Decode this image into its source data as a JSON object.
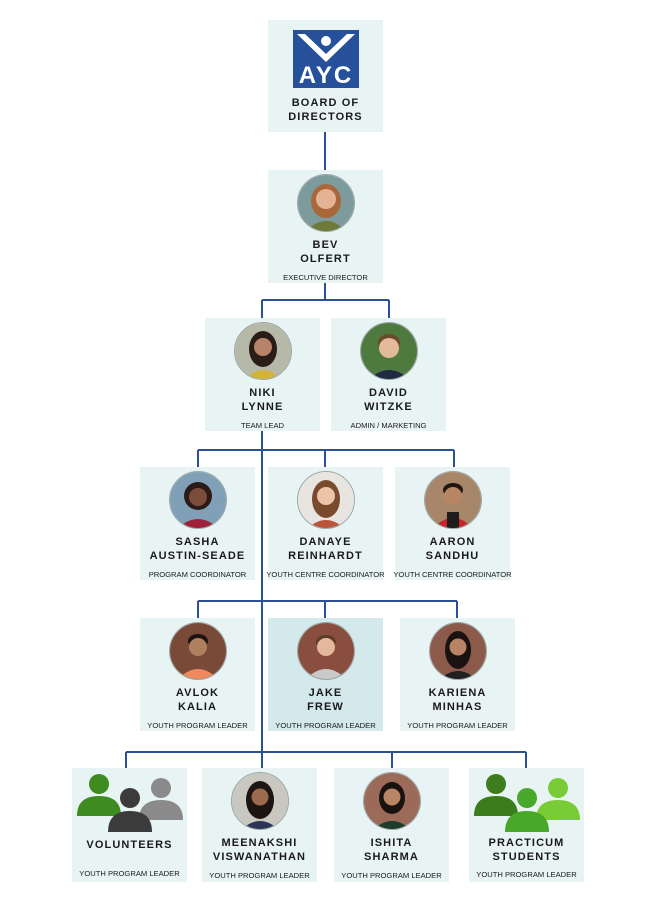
{
  "board": {
    "logo_text": "AYC",
    "title": "BOARD OF\nDIRECTORS"
  },
  "people": {
    "bev": {
      "name": "BEV\nOLFERT",
      "role": "EXECUTIVE DIRECTOR"
    },
    "niki": {
      "name": "NIKI\nLYNNE",
      "role": "TEAM LEAD"
    },
    "david": {
      "name": "DAVID\nWITZKE",
      "role": "ADMIN / MARKETING"
    },
    "sasha": {
      "name": "SASHA\nAUSTIN-SEADE",
      "role": "PROGRAM COORDINATOR"
    },
    "danaye": {
      "name": "DANAYE\nREINHARDT",
      "role": "YOUTH CENTRE COORDINATOR"
    },
    "aaron": {
      "name": "AARON\nSANDHU",
      "role": "YOUTH CENTRE COORDINATOR"
    },
    "avlok": {
      "name": "AVLOK\nKALIA",
      "role": "YOUTH PROGRAM LEADER"
    },
    "jake": {
      "name": "JAKE\nFREW",
      "role": "YOUTH PROGRAM LEADER"
    },
    "kariena": {
      "name": "KARIENA\nMINHAS",
      "role": "YOUTH PROGRAM LEADER"
    },
    "volunteers": {
      "name": "VOLUNTEERS",
      "role": "YOUTH PROGRAM LEADER"
    },
    "meenakshi": {
      "name": "MEENAKSHI\nVISWANATHAN",
      "role": "YOUTH PROGRAM LEADER"
    },
    "ishita": {
      "name": "ISHITA\nSHARMA",
      "role": "YOUTH PROGRAM LEADER"
    },
    "practicum": {
      "name": "PRACTICUM\nSTUDENTS",
      "role": "YOUTH PROGRAM LEADER"
    }
  },
  "colors": {
    "connector": "#2c4f95",
    "card_bg": "#e8f4f4",
    "card_highlight": "#d3e9ec",
    "logo_blue": "#27509b",
    "volunteer_green": "#3e8b1f",
    "volunteer_dark": "#3b3b3b",
    "volunteer_gray": "#8a8a8a",
    "practicum_green_dark": "#3b7d1c",
    "practicum_green_mid": "#48a82a",
    "practicum_green_light": "#7acc36"
  },
  "icons": {
    "logo": "ayc-logo-icon",
    "volunteers": "volunteer-group-icon",
    "practicum": "student-group-icon"
  }
}
